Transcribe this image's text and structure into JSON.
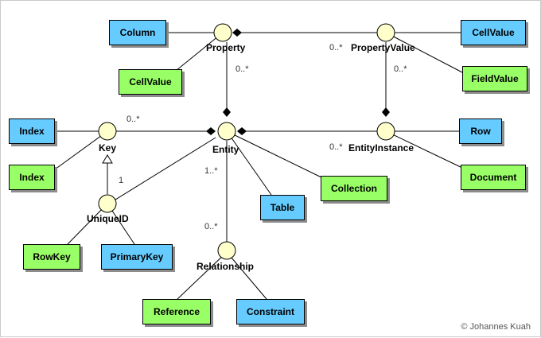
{
  "colors": {
    "blue": "#66ccff",
    "green": "#99ff66",
    "node": "#ffffcc",
    "line": "#000000"
  },
  "nodes": {
    "property": "Property",
    "property_value": "PropertyValue",
    "key": "Key",
    "entity": "Entity",
    "entity_instance": "EntityInstance",
    "unique_id": "UniqueID",
    "relationship": "Relationship"
  },
  "boxes": {
    "column": "Column",
    "cell_value_green": "CellValue",
    "cell_value_blue": "CellValue",
    "field_value": "FieldValue",
    "index_blue": "Index",
    "index_green": "Index",
    "row": "Row",
    "document": "Document",
    "collection": "Collection",
    "table": "Table",
    "row_key": "RowKey",
    "primary_key": "PrimaryKey",
    "reference": "Reference",
    "constraint": "Constraint"
  },
  "multiplicities": {
    "property_entity": "0..*",
    "property_value_left": "0..*",
    "property_value_down": "0..*",
    "key_entity": "0..*",
    "entity_instance_left": "0..*",
    "unique_id_key": "1",
    "entity_relationship": "1..*",
    "relationship_top": "0..*"
  },
  "copyright": "© Johannes Kuah"
}
